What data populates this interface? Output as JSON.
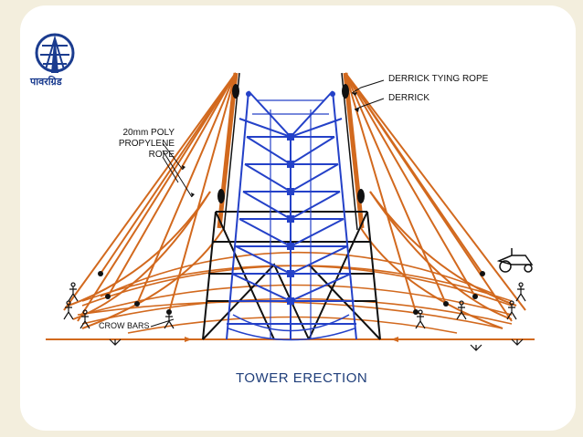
{
  "logo": {
    "text": "पावरग्रिड"
  },
  "labels": {
    "derrick_tying_rope": "DERRICK TYING ROPE",
    "derrick": "DERRICK",
    "poly_rope_lines": [
      "20mm POLY",
      "PROPYLENE",
      "ROPE"
    ],
    "crow_bars": "CROW BARS"
  },
  "caption": "TOWER ERECTION",
  "colors": {
    "rope": "#d2691e",
    "tower_steel": "#2441c8",
    "outline": "#111111",
    "title": "#1f3e7a"
  }
}
